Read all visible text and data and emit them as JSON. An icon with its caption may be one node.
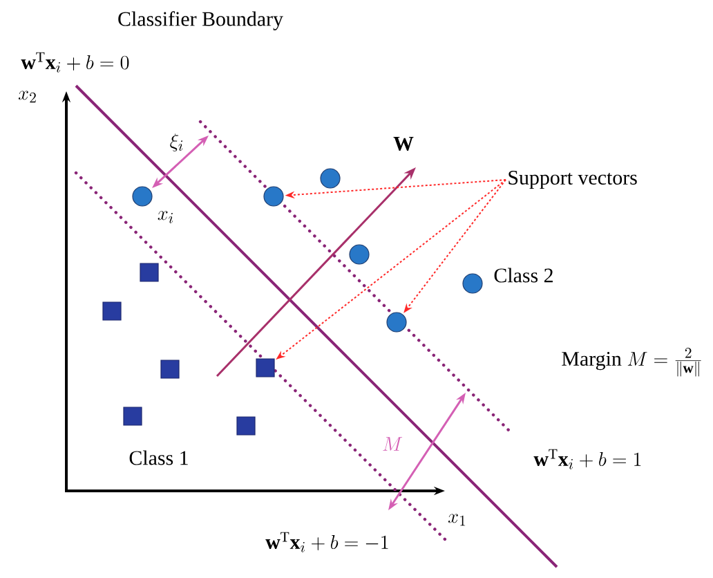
{
  "diagram": {
    "nodes": [
      {
        "text": [
          "Support vectors"
        ]
      },
      {
        "text": [],
        "shape": "circle"
      },
      {
        "text": [],
        "shape": "circle"
      },
      {
        "text": [],
        "shape": "circle"
      },
      {
        "text": [],
        "shape": "circle"
      },
      {
        "text": [],
        "shape": "circle"
      },
      {
        "text": [],
        "shape": "circle"
      },
      {
        "text": [],
        "shape": "box"
      },
      {
        "text": [],
        "shape": "box"
      },
      {
        "text": [],
        "shape": "box"
      },
      {
        "text": [],
        "shape": "box"
      },
      {
        "text": [],
        "shape": "box"
      },
      {
        "text": [],
        "shape": "box"
      }
    ],
    "edges": [
      {
        "from": 0,
        "to": 2,
        "arrow": "to",
        "style": "dashed"
      },
      {
        "from": 0,
        "to": 5,
        "arrow": "to",
        "style": "dashed"
      },
      {
        "from": 0,
        "to": 12,
        "arrow": "to",
        "style": "dashed"
      }
    ],
    "labels": [
      "Classifier Boundary",
      "\\mathbf{w}^{\\mathrm{T}}\\mathbf{x}_i+b=0",
      "x_2",
      "\\xi_i",
      "\\mathbf{W}",
      "x_i",
      "Class 2",
      "\\mbox{Margin }M=\\frac{2}{\\|\\mathbf{w}\\|}",
      "M",
      "Class 1",
      "\\mathbf{w}^{\\mathrm{T}}\\mathbf{x}_i+b=1",
      "x_1",
      "\\mathbf{w}^{\\mathrm{T}}\\mathbf{x}_i+b=-1"
    ]
  }
}
